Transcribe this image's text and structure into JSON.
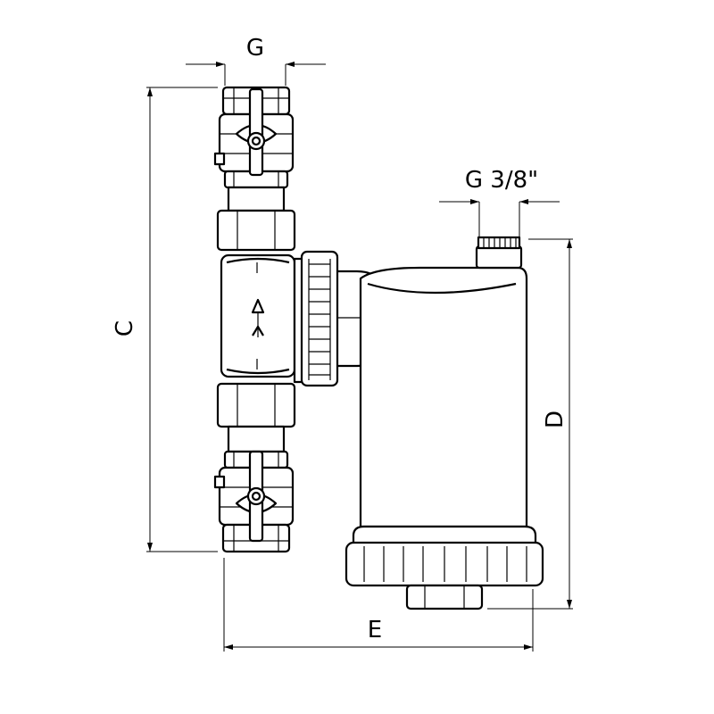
{
  "dimensions": {
    "top_thread": "G",
    "side_port": "G 3/8\"",
    "overall_height": "C",
    "body_height": "D",
    "overall_width": "E"
  },
  "colors": {
    "line": "#000000",
    "background": "#ffffff"
  }
}
